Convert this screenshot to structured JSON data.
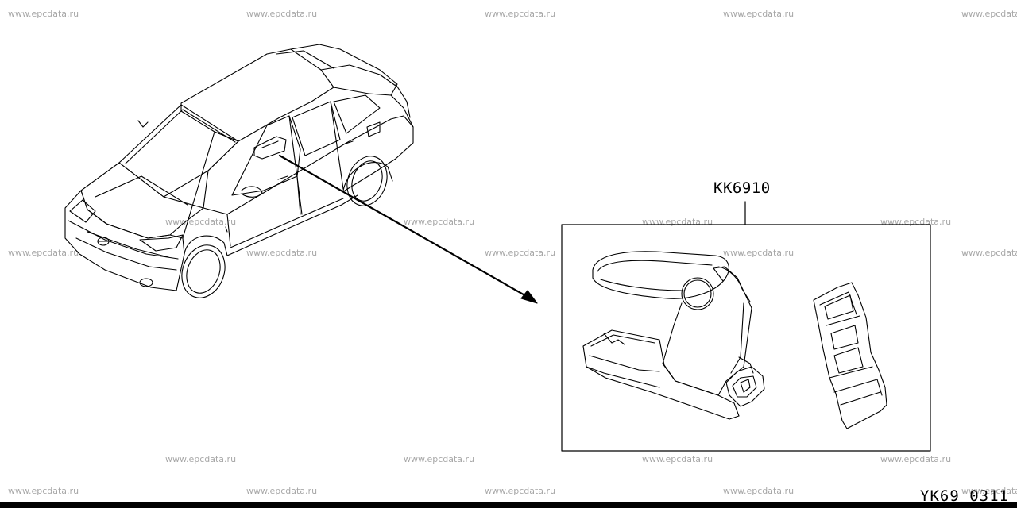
{
  "watermark": "www.epcdata.ru",
  "part_code": "KK6910",
  "drawing_id": "YK69 0311"
}
